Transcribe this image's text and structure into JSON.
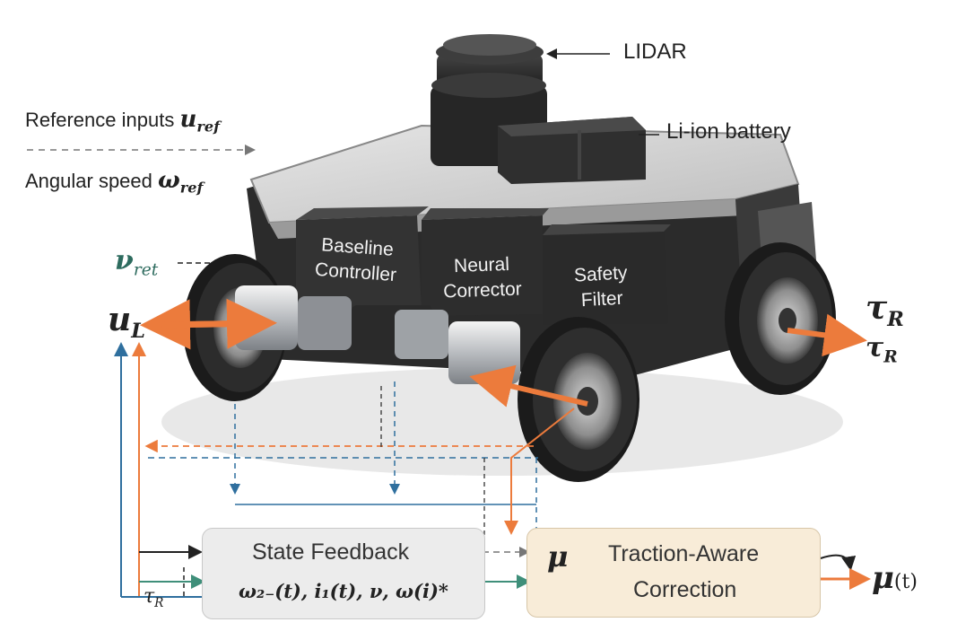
{
  "labels": {
    "lidar": "LIDAR",
    "battery": "Li-ion battery",
    "reference_inputs": "Reference inputs",
    "reference_symbol": "u",
    "reference_sub": "ref",
    "angular_speed": "Angular speed",
    "angular_symbol": "ω",
    "angular_sub": "ref",
    "v_ref_symbol": "ν",
    "v_ref_sub": "ret",
    "u_left_symbol": "u",
    "u_left_sub": "L",
    "tau_r_big_symbol": "τ",
    "tau_r_big_sub": "R",
    "tau_r_small_symbol": "τ",
    "tau_r_small_sub": "R",
    "tau_r_bottom_symbol": "τ",
    "tau_r_bottom_sub": "R",
    "mu_out_symbol": "μ",
    "mu_out_sub": "(t)"
  },
  "modules": {
    "baseline": "Baseline\nController",
    "neural": "Neural\nCorrector",
    "safety": "Safety\nFilter"
  },
  "state_feedback": {
    "title": "State Feedback",
    "equation": "ω₂₋(t), i₁(t), ν, ω(i)*"
  },
  "traction": {
    "mu": "μ",
    "title_line1": "Traction-Aware",
    "title_line2": "Correction"
  },
  "colors": {
    "orange": "#ec7b3c",
    "blue": "#2f6f9e",
    "teal": "#3f8f7a",
    "feedback_fill": "#ececec",
    "traction_fill": "#f8ecd8"
  }
}
